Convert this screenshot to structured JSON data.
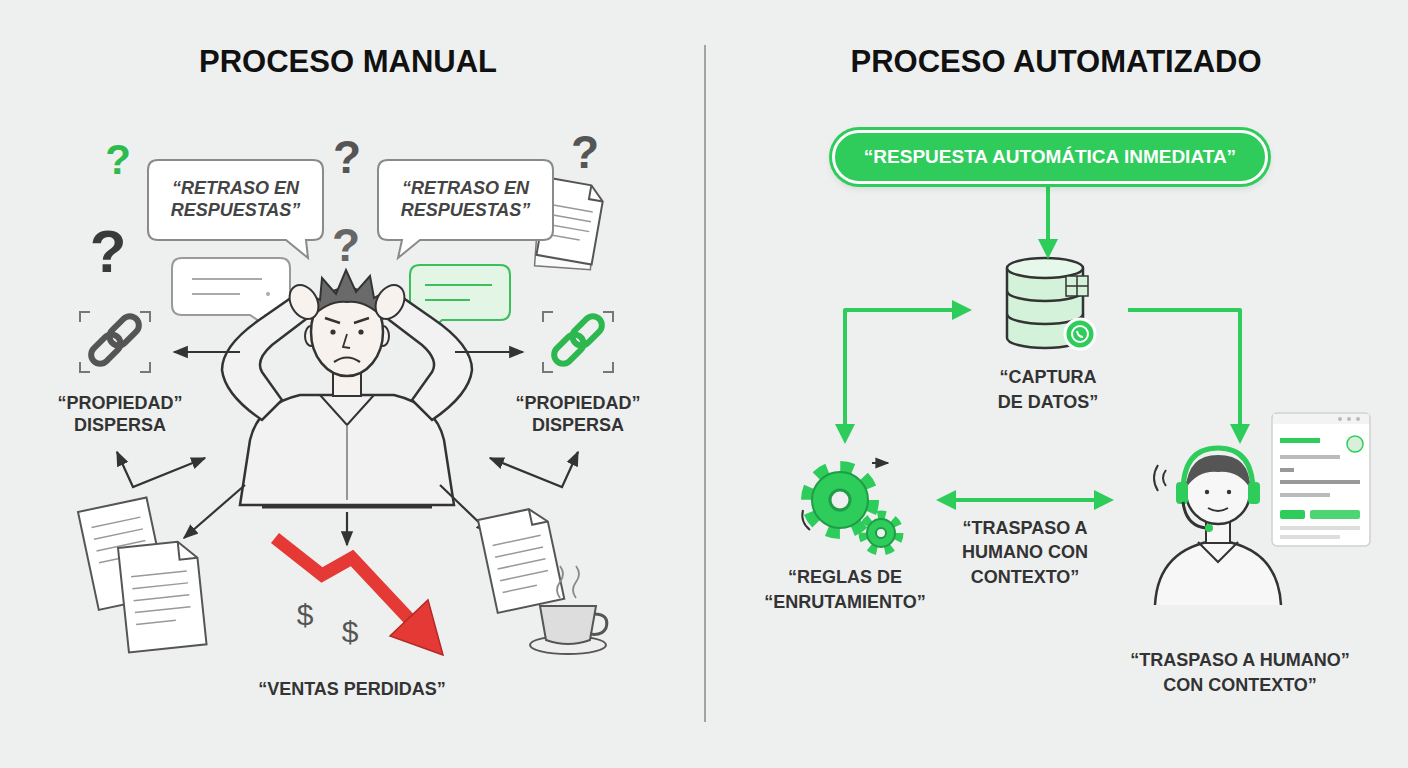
{
  "diagram": {
    "nodes": [
      {
        "text": [
          "“RETRASO EN RESPUESTAS”"
        ]
      },
      {
        "text": [
          "“RETRASO EN RESPUESTAS”"
        ]
      },
      {
        "text": [
          "“RESPUESTA AUTOMÁTICA INMEDIATA”"
        ]
      },
      {
        "text": [
          "“CAPTURA DE DATOS”"
        ]
      },
      {
        "text": [
          "“REGLAS DE “ENRUTAMIENTO”"
        ]
      },
      {
        "text": [
          "“TRASPASO A HUMANO” CON CONTEXTO”"
        ]
      }
    ],
    "edges": [
      {
        "from": 2,
        "to": 3,
        "arrow": "to"
      },
      {
        "from": 3,
        "to": 4,
        "arrow": "both"
      },
      {
        "from": 3,
        "to": 5,
        "arrow": "to"
      },
      {
        "from": 4,
        "to": 5,
        "label": "“TRASPASO A HUMANO CON CONTEXTO”",
        "arrow": "both"
      }
    ],
    "labels": [
      "PROCESO MANUAL",
      "?",
      "?",
      "?",
      "?",
      "?",
      "“PROPIEDAD” DISPERSA",
      "“PROPIEDAD” DISPERSA",
      "$",
      "$",
      "“VENTAS PERDIDAS”",
      "PROCESO AUTOMATIZADO"
    ]
  }
}
